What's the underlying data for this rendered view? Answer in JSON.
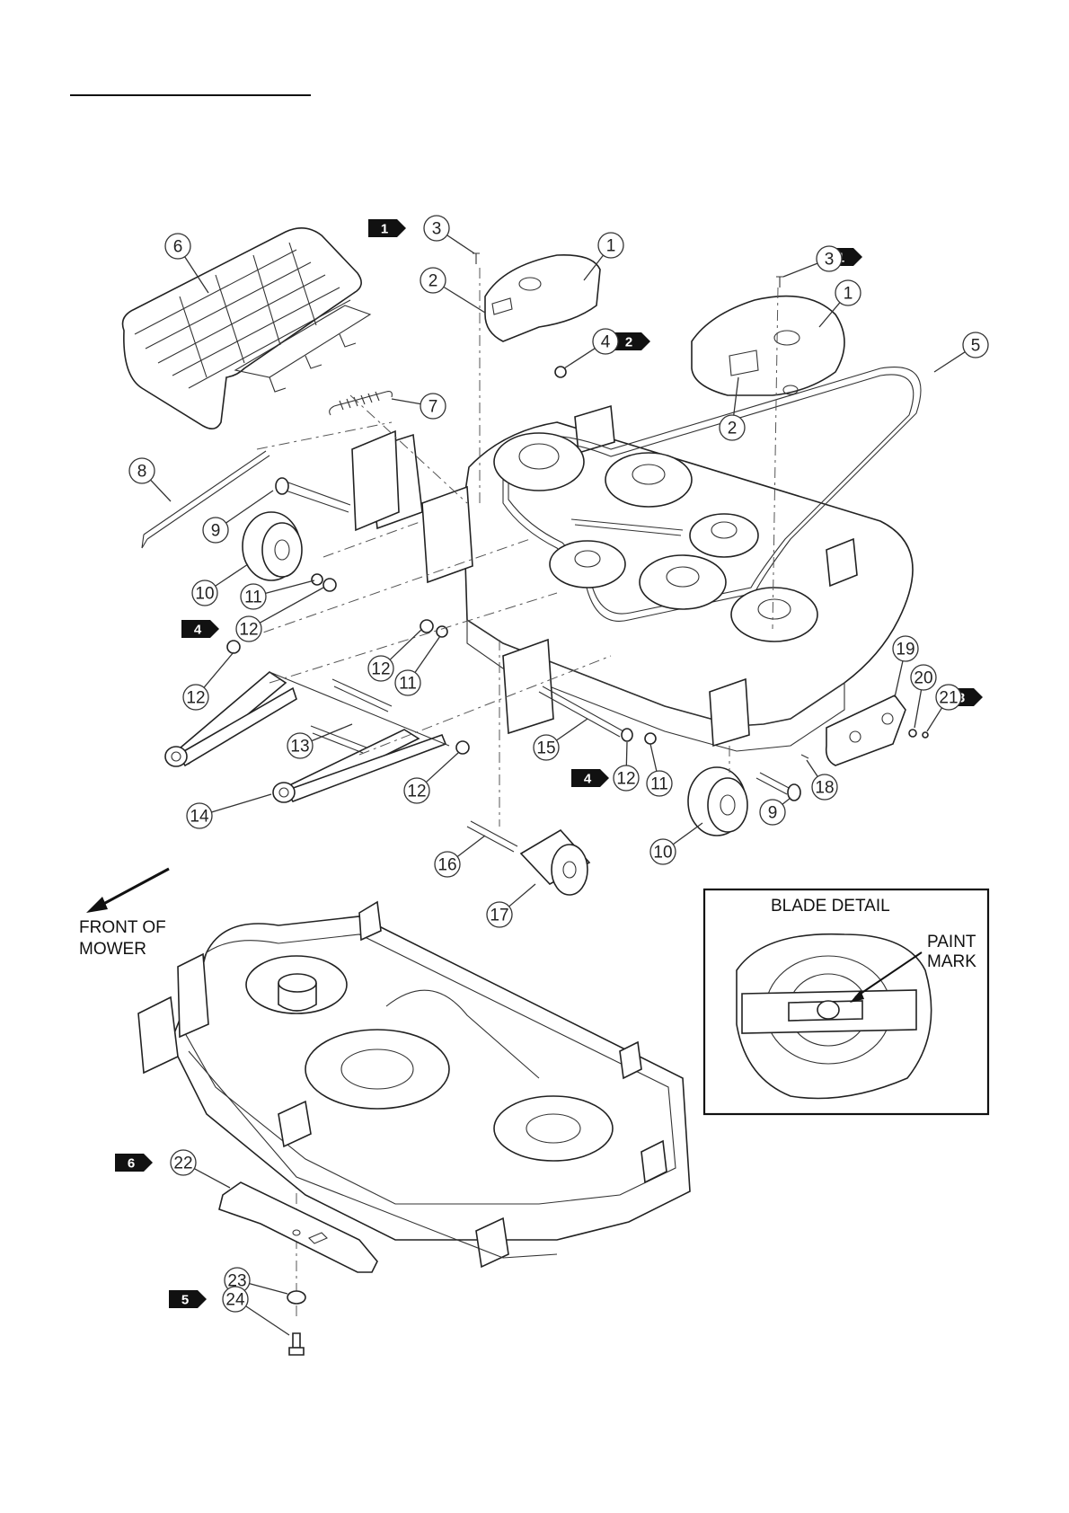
{
  "callouts": [
    {
      "id": "c1a",
      "label": "1"
    },
    {
      "id": "c1b",
      "label": "1"
    },
    {
      "id": "c2a",
      "label": "2"
    },
    {
      "id": "c2b",
      "label": "2"
    },
    {
      "id": "c3a",
      "label": "3"
    },
    {
      "id": "c3b",
      "label": "3"
    },
    {
      "id": "c4",
      "label": "4"
    },
    {
      "id": "c5",
      "label": "5"
    },
    {
      "id": "c6",
      "label": "6"
    },
    {
      "id": "c7",
      "label": "7"
    },
    {
      "id": "c8",
      "label": "8"
    },
    {
      "id": "c9a",
      "label": "9"
    },
    {
      "id": "c9b",
      "label": "9"
    },
    {
      "id": "c10a",
      "label": "10"
    },
    {
      "id": "c10b",
      "label": "10"
    },
    {
      "id": "c11a",
      "label": "11"
    },
    {
      "id": "c11b",
      "label": "11"
    },
    {
      "id": "c11c",
      "label": "11"
    },
    {
      "id": "c12a",
      "label": "12"
    },
    {
      "id": "c12b",
      "label": "12"
    },
    {
      "id": "c12c",
      "label": "12"
    },
    {
      "id": "c12d",
      "label": "12"
    },
    {
      "id": "c12e",
      "label": "12"
    },
    {
      "id": "c12f",
      "label": "12"
    },
    {
      "id": "c13",
      "label": "13"
    },
    {
      "id": "c14",
      "label": "14"
    },
    {
      "id": "c15",
      "label": "15"
    },
    {
      "id": "c16",
      "label": "16"
    },
    {
      "id": "c17",
      "label": "17"
    },
    {
      "id": "c18",
      "label": "18"
    },
    {
      "id": "c19",
      "label": "19"
    },
    {
      "id": "c20",
      "label": "20"
    },
    {
      "id": "c21",
      "label": "21"
    },
    {
      "id": "c22",
      "label": "22"
    },
    {
      "id": "c23",
      "label": "23"
    },
    {
      "id": "c24",
      "label": "24"
    }
  ],
  "flags": [
    {
      "id": "f1a",
      "label": "1"
    },
    {
      "id": "f1b",
      "label": "1"
    },
    {
      "id": "f2",
      "label": "2"
    },
    {
      "id": "f3",
      "label": "3"
    },
    {
      "id": "f4a",
      "label": "4"
    },
    {
      "id": "f4b",
      "label": "4"
    },
    {
      "id": "f5",
      "label": "5"
    },
    {
      "id": "f6",
      "label": "6"
    }
  ],
  "front_label": {
    "line1": "FRONT OF",
    "line2": "MOWER"
  },
  "blade_detail": {
    "title": "BLADE DETAIL",
    "paint_line1": "PAINT",
    "paint_line2": "MARK"
  }
}
